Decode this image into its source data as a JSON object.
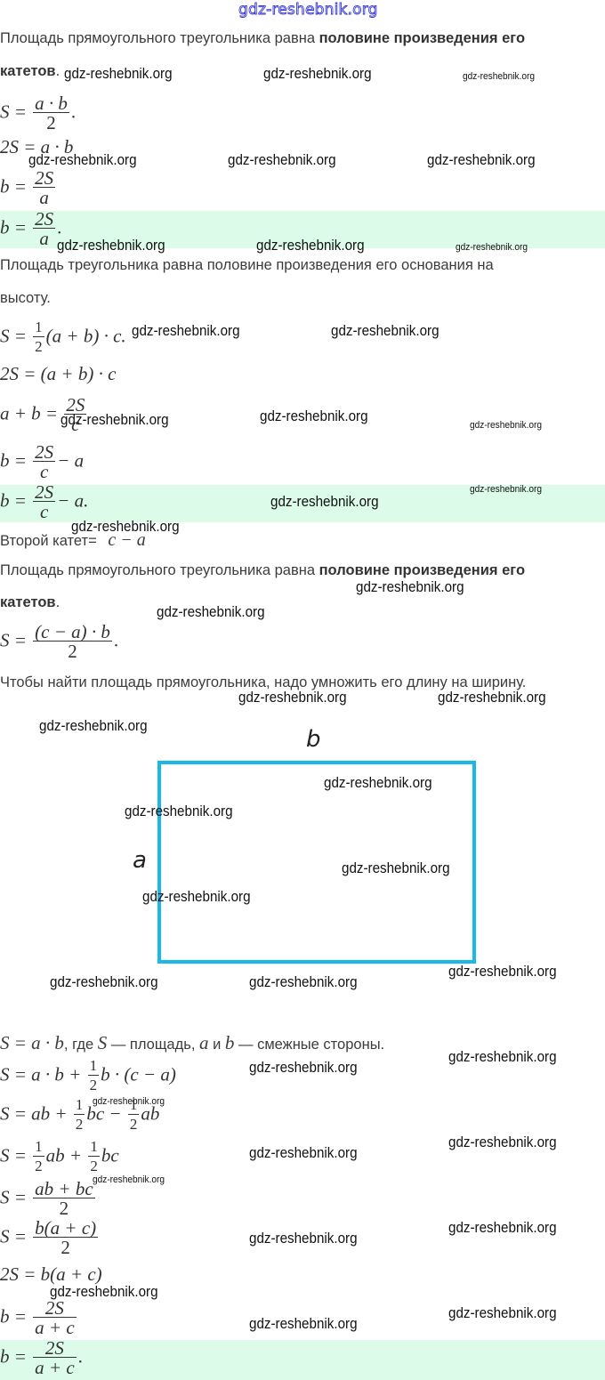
{
  "header": {
    "site_logo": "gdz-reshebnik.org"
  },
  "watermark": "gdz-reshebnik.org",
  "section1": {
    "text_plain": "Площадь прямоугольного треугольника равна ",
    "text_bold_1": "половине произведения его",
    "text_bold_2": "катетов",
    "text_end": ".",
    "eq1_lhs": "S =",
    "eq1_num": "a · b",
    "eq1_den": "2",
    "eq1_end": ".",
    "eq2": "2S = a · b",
    "eq3_lhs": "b =",
    "eq3_num": "2S",
    "eq3_den": "a",
    "answer_lhs": "b =",
    "answer_num": "2S",
    "answer_den": "a",
    "answer_end": "."
  },
  "section2": {
    "text_line1": "Площадь треугольника равна половине произведения его основания на",
    "text_line2": "высоту.",
    "eq1_lhs": "S =",
    "eq1_num": "1",
    "eq1_den": "2",
    "eq1_rest": "(a + b) · c.",
    "eq2": "2S = (a + b) · c",
    "eq3_lhs": "a + b =",
    "eq3_num": "2S",
    "eq3_den": "c",
    "eq4_lhs": "b =",
    "eq4_num": "2S",
    "eq4_den": "c",
    "eq4_rest": "− a",
    "answer_lhs": "b =",
    "answer_num": "2S",
    "answer_den": "c",
    "answer_rest": "− a.",
    "second_leg_label": "Второй катет=",
    "second_leg_expr": "c − a"
  },
  "section3": {
    "text_plain": "Площадь прямоугольного треугольника равна ",
    "text_bold_1": "половине произведения его",
    "text_bold_2": "катетов",
    "text_end": ".",
    "eq_lhs": "S =",
    "eq_num": "(c − a) · b",
    "eq_den": "2",
    "eq_end": ".",
    "rect_text": "Чтобы найти площадь прямоугольника, надо умножить его длину на ширину."
  },
  "figure": {
    "label_top": "b",
    "label_left": "a",
    "border_color": "#1ab8e8"
  },
  "section4": {
    "def_formula": "S = a · b",
    "def_text_1": ", где ",
    "def_S": "S",
    "def_text_2": " — площадь, ",
    "def_a": "a",
    "def_text_3": " и ",
    "def_b": "b",
    "def_text_4": " — смежные стороны.",
    "eq1_a": "S = a · b +",
    "eq1_num": "1",
    "eq1_den": "2",
    "eq1_b": "b · (c − a)",
    "eq2_a": "S = ab +",
    "eq2_num1": "1",
    "eq2_den1": "2",
    "eq2_b": "bc −",
    "eq2_num2": "1",
    "eq2_den2": "2",
    "eq2_c": "ab",
    "eq3_a": "S =",
    "eq3_num1": "1",
    "eq3_den1": "2",
    "eq3_b": "ab +",
    "eq3_num2": "1",
    "eq3_den2": "2",
    "eq3_c": "bc",
    "eq4_lhs": "S =",
    "eq4_num": "ab + bc",
    "eq4_den": "2",
    "eq5_lhs": "S =",
    "eq5_num": "b(a + c)",
    "eq5_den": "2",
    "eq6": "2S = b(a + c)",
    "eq7_lhs": "b =",
    "eq7_num": "2S",
    "eq7_den": "a + c",
    "answer_lhs": "b =",
    "answer_num": "2S",
    "answer_den": "a + c",
    "answer_end": "."
  },
  "colors": {
    "highlight": "#dcfbe9",
    "logo": "#3a3ad0",
    "rect_border": "#1ab8e8"
  }
}
